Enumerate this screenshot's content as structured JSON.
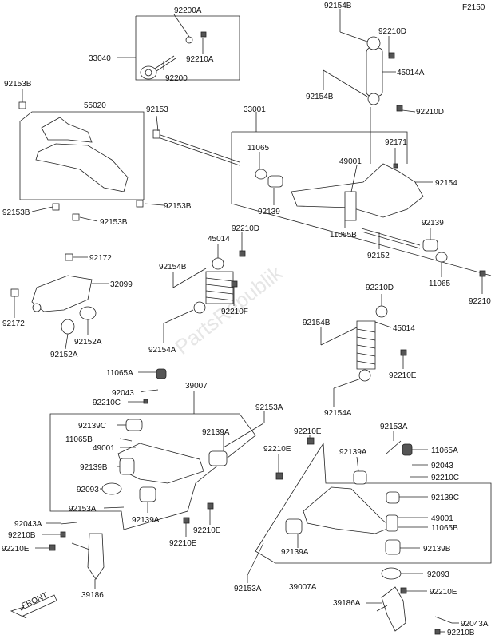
{
  "figure_code": "F2150",
  "watermark": "PartsRepublik",
  "front_label": "FRONT",
  "labels": {
    "p92200A": "92200A",
    "p33040": "33040",
    "p92210A": "92210A",
    "p92200": "92200",
    "p92153B_a": "92153B",
    "p55020": "55020",
    "p92153B_b": "92153B",
    "p92153B_c": "92153B",
    "p92153B_d": "92153B",
    "p92153": "92153",
    "p33001": "33001",
    "p11065_a": "11065",
    "p92139_a": "92139",
    "p49001_a": "49001",
    "p11065B_a": "11065B",
    "p92171": "92171",
    "p92154_a": "92154",
    "p92139_b": "92139",
    "p92152": "92152",
    "p11065_b": "11065",
    "p92210_a": "92210",
    "p92154B_a": "92154B",
    "p92210D_a": "92210D",
    "p45014A": "45014A",
    "p92154B_b": "92154B",
    "p92210D_b": "92210D",
    "p45014_a": "45014",
    "p92210D_c": "92210D",
    "p92154B_c": "92154B",
    "p92210F": "92210F",
    "p92154A_a": "92154A",
    "p92172_a": "92172",
    "p32099": "32099",
    "p92172_b": "92172",
    "p92152A_a": "92152A",
    "p92152A_b": "92152A",
    "p92210D_d": "92210D",
    "p92154B_d": "92154B",
    "p45014_b": "45014",
    "p92210E_a": "92210E",
    "p92154A_b": "92154A",
    "p11065A_a": "11065A",
    "p92043_a": "92043",
    "p92210C_a": "92210C",
    "p39007": "39007",
    "p92139C_a": "92139C",
    "p11065B_b": "11065B",
    "p49001_b": "49001",
    "p92139B_a": "92139B",
    "p92139A_a": "92139A",
    "p92153A_a": "92153A",
    "p92093_a": "92093",
    "p92153A_b": "92153A",
    "p92139A_b": "92139A",
    "p92210E_b": "92210E",
    "p92210E_c": "92210E",
    "p92043A_a": "92043A",
    "p92210B_a": "92210B",
    "p92210E_d": "92210E",
    "p39186": "39186",
    "p92210E_e": "92210E",
    "p92210E_f": "92210E",
    "p92139A_c": "92139A",
    "p92153A_c": "92153A",
    "p11065A_b": "11065A",
    "p92043_b": "92043",
    "p92210C_b": "92210C",
    "p92139C_b": "92139C",
    "p49001_c": "49001",
    "p11065B_c": "11065B",
    "p92139B_b": "92139B",
    "p92139A_d": "92139A",
    "p92153A_d": "92153A",
    "p39007A": "39007A",
    "p92093_b": "92093",
    "p39186A": "39186A",
    "p92210E_g": "92210E",
    "p92043A_b": "92043A",
    "p92210B_b": "92210B"
  }
}
